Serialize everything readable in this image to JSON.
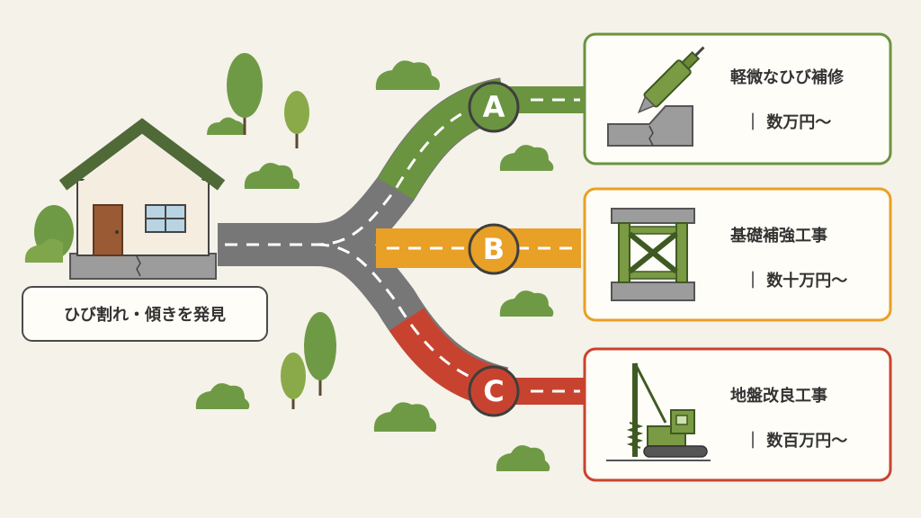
{
  "start_label": "ひび割れ・傾きを発見",
  "options": [
    {
      "letter": "A",
      "title": "軽微なひび補修",
      "cost": "数万円〜",
      "color": "#6a9440"
    },
    {
      "letter": "B",
      "title": "基礎補強工事",
      "cost": "数十万円〜",
      "color": "#e8a027"
    },
    {
      "letter": "C",
      "title": "地盤改良工事",
      "cost": "数百万円〜",
      "color": "#c8432f"
    }
  ],
  "icons": [
    "house-icon",
    "caulking-gun-icon",
    "steel-frame-icon",
    "drilling-rig-icon",
    "tree-icon",
    "bush-icon"
  ]
}
